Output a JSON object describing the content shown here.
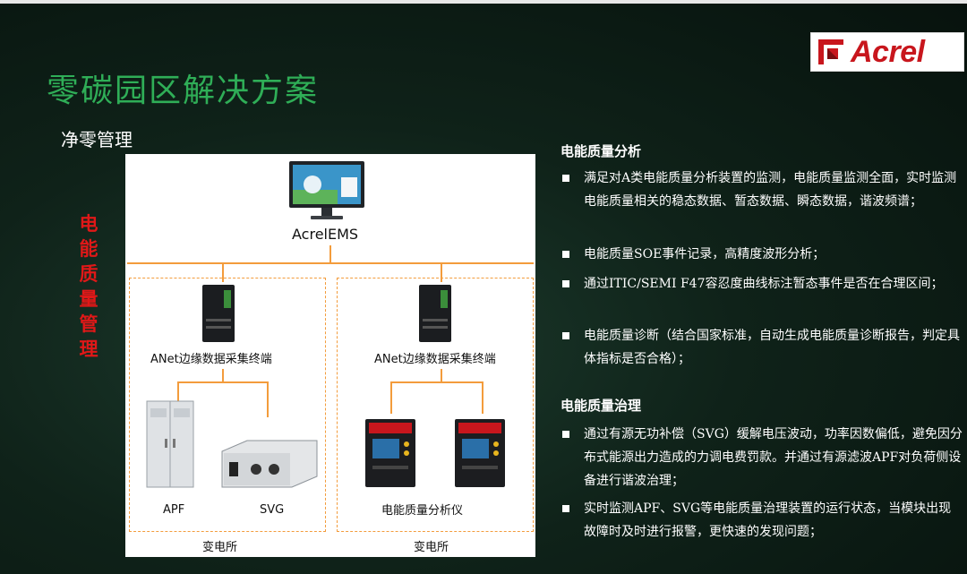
{
  "logo": {
    "text": "Acrel"
  },
  "title": "零碳园区解决方案",
  "subtitle": "净零管理",
  "vertical_label": [
    "电",
    "能",
    "质",
    "量",
    "管",
    "理"
  ],
  "diagram": {
    "top_system": "AcrelEMS",
    "left_group": {
      "terminal": "ANet边缘数据采集终端",
      "device_a": "APF",
      "device_b": "SVG",
      "station": "变电所"
    },
    "right_group": {
      "terminal": "ANet边缘数据采集终端",
      "device": "电能质量分析仪",
      "station": "变电所"
    }
  },
  "sections": [
    {
      "heading": "电能质量分析",
      "bullets": [
        "满足对A类电能质量分析装置的监测，电能质量监测全面，实时监测电能质量相关的稳态数据、暂态数据、瞬态数据，谐波频谱；",
        "电能质量SOE事件记录，高精度波形分析；",
        "通过ITIC/SEMI F47容忍度曲线标注暂态事件是否在合理区间；",
        "电能质量诊断（结合国家标准，自动生成电能质量诊断报告，判定具体指标是否合格）；"
      ]
    },
    {
      "heading": "电能质量治理",
      "bullets": [
        "通过有源无功补偿（SVG）缓解电压波动，功率因数偏低，避免因分布式能源出力造成的力调电费罚款。并通过有源滤波APF对负荷侧设备进行谐波治理；",
        "实时监测APF、SVG等电能质量治理装置的运行状态，当模块出现故障时及时进行报警，更快速的发现问题；"
      ]
    }
  ],
  "colors": {
    "title_green": "#2fae57",
    "accent_red": "#e01818",
    "line_orange": "#f39c3c",
    "brand_red": "#c8161d"
  }
}
